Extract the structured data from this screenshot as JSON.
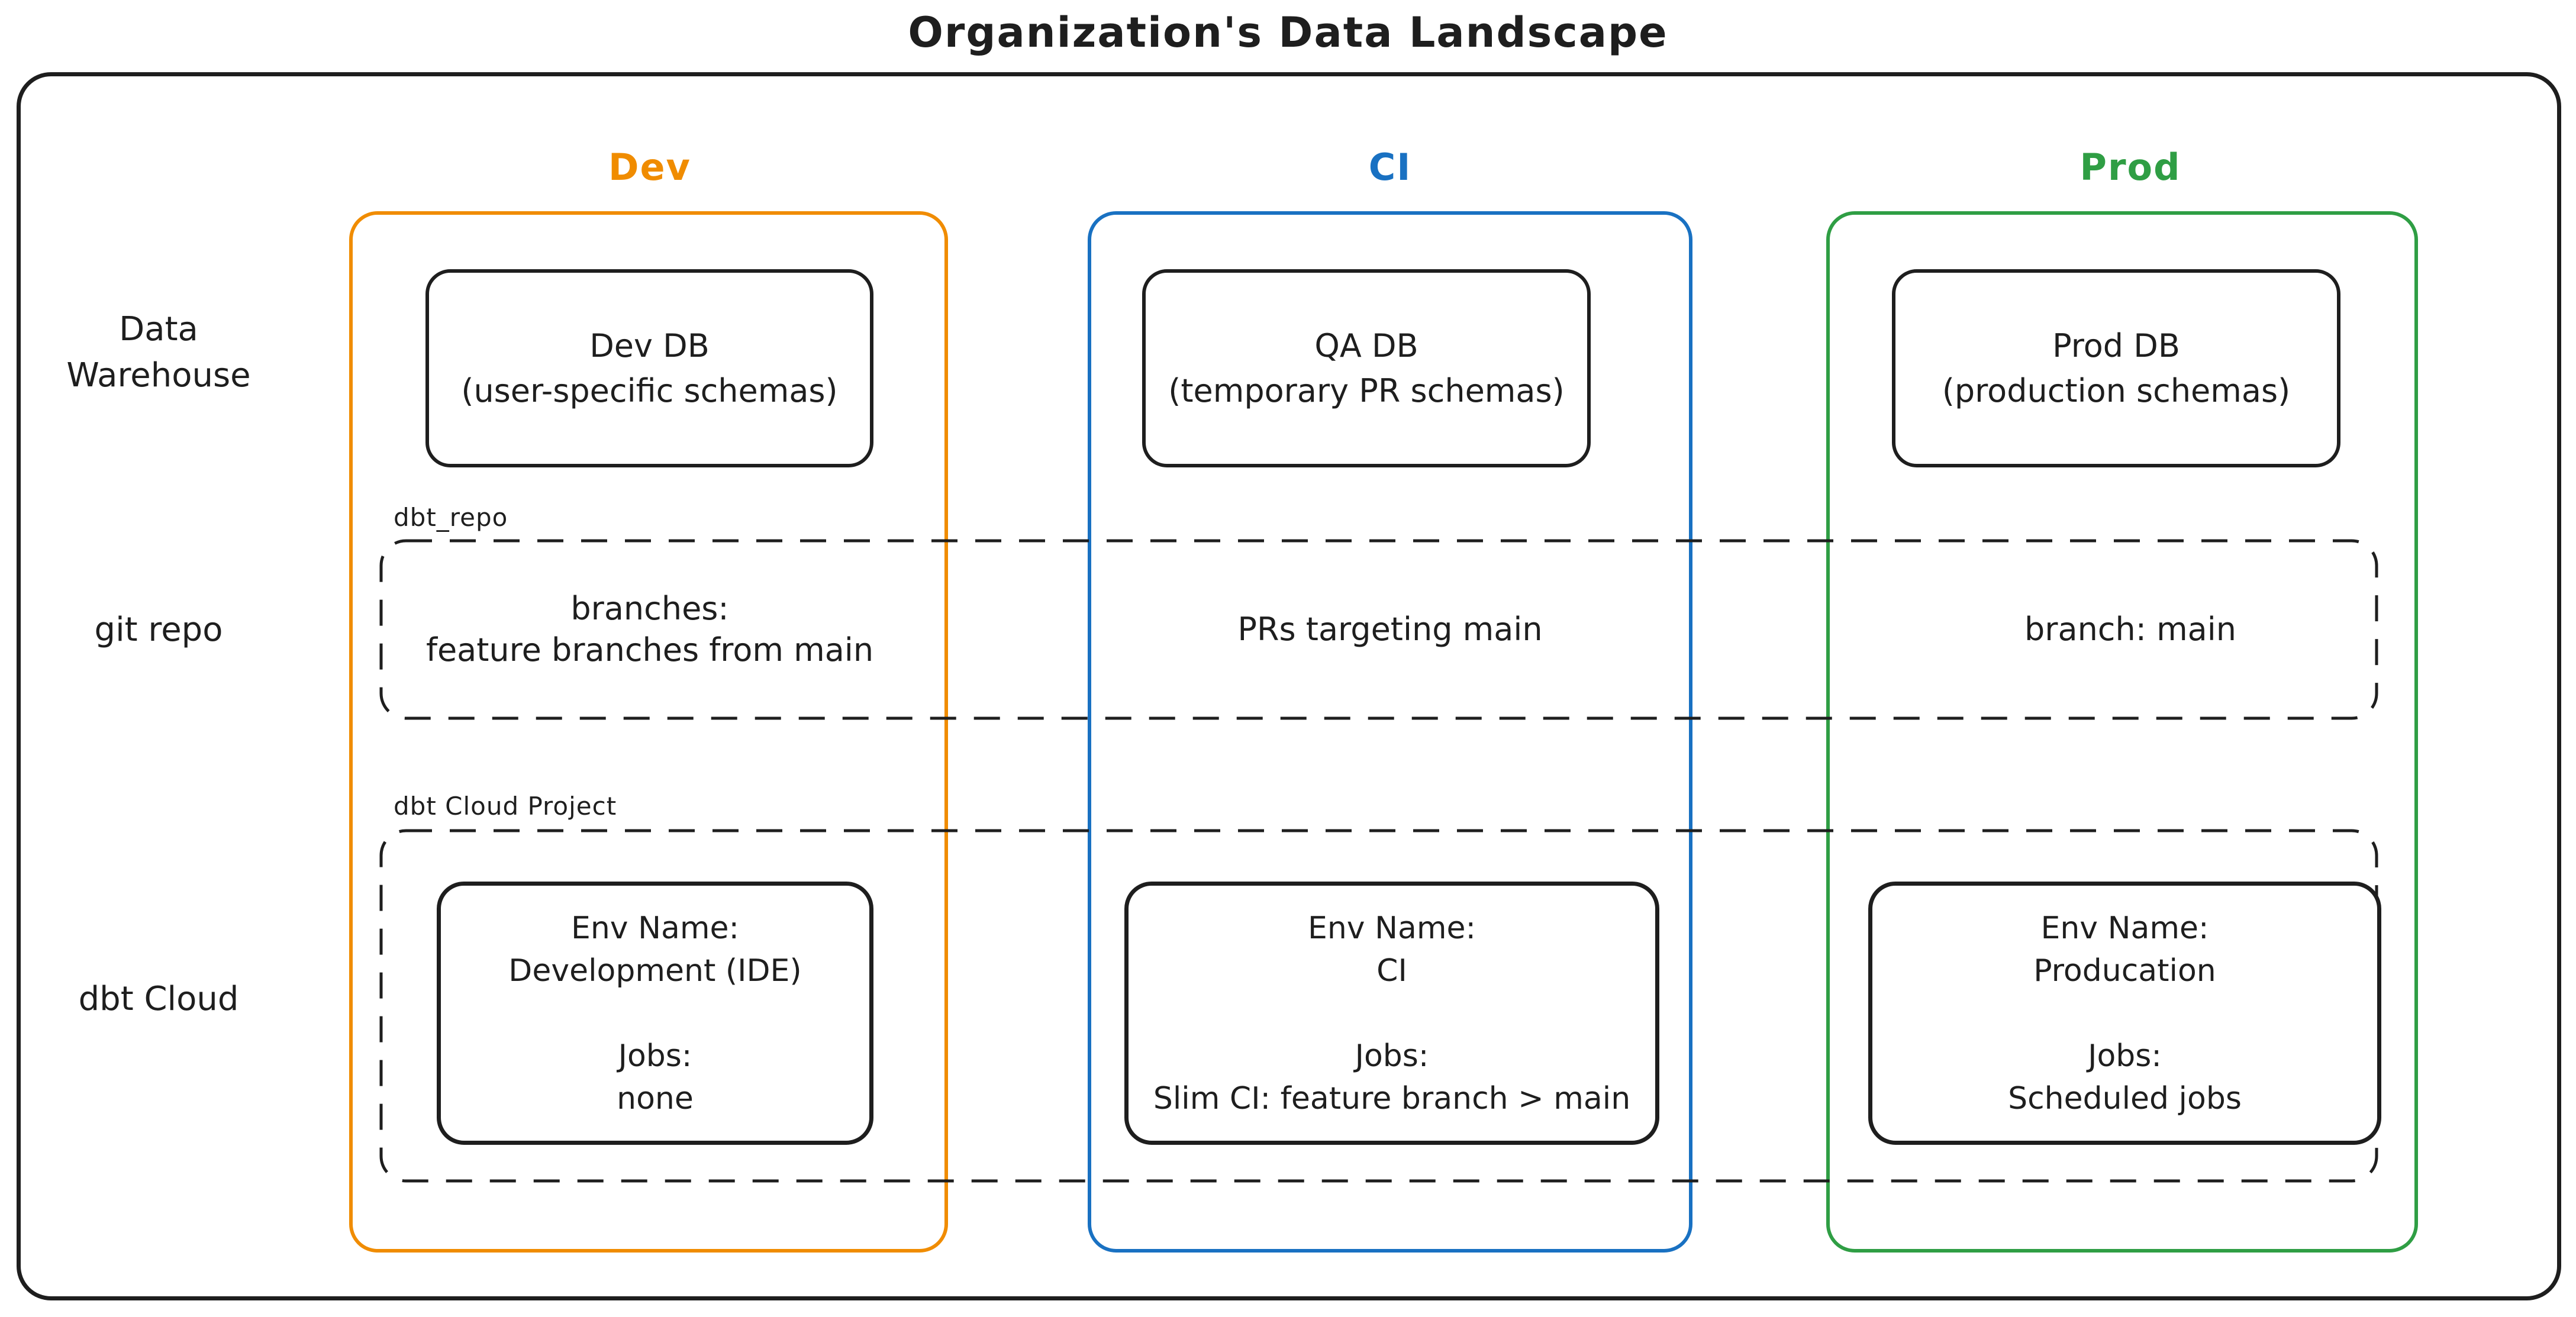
{
  "title": "Organization's Data Landscape",
  "colors": {
    "ink": "#1e1e1e",
    "dev": "#f08c00",
    "ci": "#1971c2",
    "prod": "#2f9e44"
  },
  "rows": [
    {
      "id": "data-warehouse",
      "label_lines": [
        "Data",
        "Warehouse"
      ]
    },
    {
      "id": "git-repo",
      "label_lines": [
        "git repo"
      ]
    },
    {
      "id": "dbt-cloud",
      "label_lines": [
        "dbt Cloud"
      ]
    }
  ],
  "group_labels": {
    "git_repo_box": "dbt_repo",
    "dbt_cloud_box": "dbt Cloud Project"
  },
  "columns": [
    {
      "id": "dev",
      "header": "Dev",
      "color": "#f08c00",
      "db_lines": [
        "Dev DB",
        "(user-specific schemas)"
      ],
      "git_lines": [
        "branches:",
        "feature branches from main"
      ],
      "env_lines": [
        "Env Name:",
        "Development (IDE)",
        "",
        "Jobs:",
        "none"
      ]
    },
    {
      "id": "ci",
      "header": "CI",
      "color": "#1971c2",
      "db_lines": [
        "QA DB",
        "(temporary PR schemas)"
      ],
      "git_lines": [
        "PRs targeting main"
      ],
      "env_lines": [
        "Env Name:",
        "CI",
        "",
        "Jobs:",
        "Slim CI: feature branch > main"
      ]
    },
    {
      "id": "prod",
      "header": "Prod",
      "color": "#2f9e44",
      "db_lines": [
        "Prod DB",
        "(production schemas)"
      ],
      "git_lines": [
        "branch: main"
      ],
      "env_lines": [
        "Env Name:",
        "Producation",
        "",
        "Jobs:",
        "Scheduled jobs"
      ]
    }
  ]
}
